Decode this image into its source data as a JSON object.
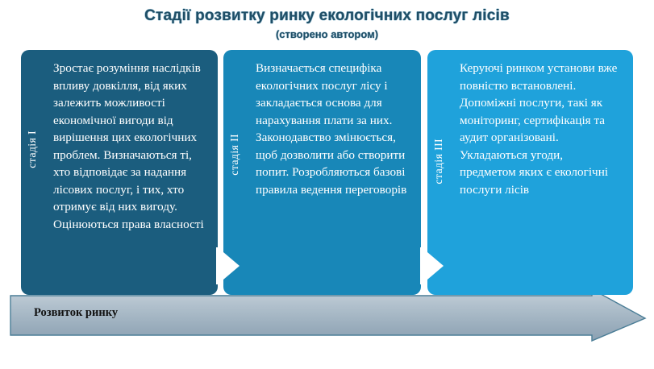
{
  "title": {
    "main": "Стадії розвитку ринку екологічних послуг лісів",
    "sub": "(створено автором)"
  },
  "colors": {
    "stage1": "#1b5d7e",
    "stage2": "#1887b8",
    "stage3": "#1fa2db",
    "title_text": "#1f4e66",
    "arrow_fill_start": "#b6c4cf",
    "arrow_fill_end": "#8ea2b4",
    "arrow_border": "#4a7d96",
    "chevron": "#ffffff"
  },
  "stages": [
    {
      "tab_label": "стадія I",
      "text": "Зростає розуміння на­слідків впливу довкіл­ля, від яких залежить можливості економіч­ної вигоди від вирішення цих екологічних проблем. Визначаються ті, хто відповідає за надання лісових послуг, і тих, хто отримує від них вигоду. Оцінюються права власності"
    },
    {
      "tab_label": "стадія II",
      "text": "Визначається спе­цифіка екологічних послуг лісу і закла­дається основа для нарахування плати за них. Законодавство змінюється, щоб дозволити або створити попит. Розробляються базові правила ведення переговорів"
    },
    {
      "tab_label": "стадія III",
      "text": "Керуючі ринком установи вже повністю встановлені. Допоміжні послуги, такі як моніторинг, сертифікація та аудит організовані. Укладаються угоди, предметом яких є екологічні послуги лісів"
    }
  ],
  "bottom_arrow": {
    "label": "Розвиток ринку"
  },
  "chart_data": {
    "type": "diagram",
    "diagram_type": "staged-process",
    "direction": "left-to-right",
    "title": "Стадії розвитку ринку екологічних послуг лісів",
    "subtitle": "(створено автором)",
    "axis_label": "Розвиток ринку",
    "stages": [
      {
        "index": 1,
        "label": "стадія I",
        "color": "#1b5d7e"
      },
      {
        "index": 2,
        "label": "стадія II",
        "color": "#1887b8"
      },
      {
        "index": 3,
        "label": "стадія III",
        "color": "#1fa2db"
      }
    ]
  }
}
